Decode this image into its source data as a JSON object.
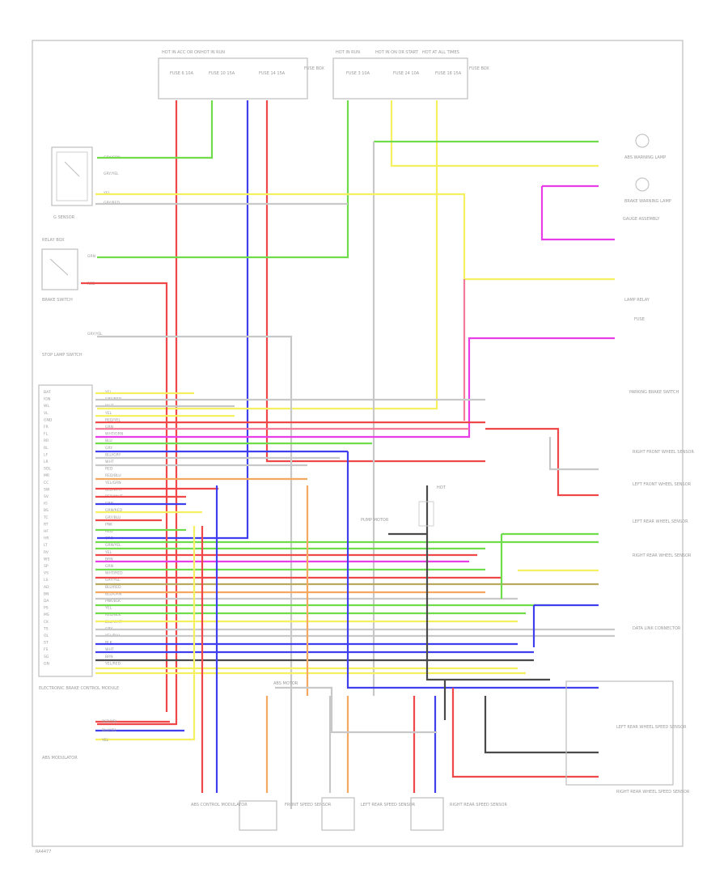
{
  "colors": {
    "red": "#f04848",
    "green": "#6fdc4a",
    "yellow": "#f4f060",
    "blue": "#3f3ff0",
    "magenta": "#e83ee8",
    "orange": "#f4a860",
    "pink": "#f47a9c",
    "black": "#4a4a4a",
    "gray": "#c8c8c8",
    "olive": "#b8a860"
  },
  "footer_code": "RA4477",
  "fuse_box_left": {
    "headers": [
      "HOT IN ACC OR ON",
      "HOT IN RUN",
      "",
      ""
    ],
    "fuses": [
      "FUSE 6 10A",
      "FUSE 10 15A",
      "FUSE 14 15A"
    ],
    "side_label": "FUSE BOX"
  },
  "fuse_box_right": {
    "headers": [
      "HOT IN RUN",
      "HOT IN ON OR START",
      "HOT AT ALL TIMES"
    ],
    "fuses": [
      "FUSE 3 10A",
      "FUSE 24 10A",
      "FUSE 18 15A"
    ],
    "side_label": "FUSE BOX"
  },
  "left_components": {
    "g_sensor_caption": "G SENSOR",
    "relay_caption": "RELAY BOX",
    "brake_caption": "BRAKE SWITCH",
    "stop_caption": "STOP LAMP SWITCH",
    "ecm_caption": "ELECTRONIC BRAKE CONTROL MODULE"
  },
  "ecm_pins": [
    "BAT",
    "IGN",
    "WL",
    "VL",
    "GND",
    "FR",
    "FL",
    "RR",
    "RL",
    "LF",
    "LR",
    "SOL",
    "MR",
    "CC",
    "SW",
    "SV",
    "IG",
    "BS",
    "TC",
    "RT",
    "HF",
    "HR",
    "LT",
    "RV",
    "WS",
    "SP",
    "VS",
    "LS",
    "AD",
    "BN",
    "DA",
    "PS",
    "MS",
    "CK",
    "TS",
    "OL",
    "ST",
    "FS",
    "SG",
    "GN"
  ],
  "ecm_wire_labels": [
    "YEL",
    "GRY/RED",
    "WHT",
    "YEL",
    "RED/YEL",
    "GRN",
    "WHT/GRN",
    "BLU",
    "GRY",
    "BLU/GRY",
    "WHT",
    "RED",
    "RED/BLU",
    "YEL/GRN",
    "BLU/WHT",
    "RED/WHT",
    "GRN",
    "GRN/RED",
    "GRY/BLU",
    "PNK",
    "RED",
    "ORG",
    "GRN/YEL",
    "YEL",
    "BRN",
    "GRN",
    "WHT/RED",
    "GRY/YEL",
    "BLU/RED",
    "BLU/GRN",
    "PNK/BLK",
    "YEL",
    "RED/BLK",
    "BLU/WHT",
    "GRY",
    "YEL/BLU",
    "BLK",
    "WHT",
    "BRN",
    "YEL/RED"
  ],
  "right_components": {
    "warning_lamp": "ABS WARNING LAMP",
    "brake_lamp": "BRAKE WARNING LAMP",
    "gauge": "GAUGE ASSEMBLY",
    "lamp_relay": "LAMP RELAY",
    "fuse_label": "FUSE",
    "parking_brake": "PARKING BRAKE SWITCH",
    "front_sensor_l": "LEFT FRONT WHEEL SENSOR",
    "front_sensor_r": "RIGHT FRONT WHEEL SENSOR",
    "rear_sensor_l": "LEFT REAR WHEEL SENSOR",
    "rear_sensor_r": "RIGHT REAR WHEEL SENSOR",
    "data_link": "DATA LINK CONNECTOR",
    "left_rear_sensor_box": "LEFT REAR WHEEL SPEED SENSOR",
    "right_rear_sensor_box": "RIGHT REAR WHEEL SPEED SENSOR"
  },
  "middle": {
    "splice_label": "ABS MOTOR",
    "pump": "PUMP MOTOR",
    "hot_label": "HOT"
  },
  "bottom_components": {
    "cluster": "ABS CONTROL MODULATOR",
    "front_sensor_box": "FRONT SPEED SENSOR",
    "left_rear_box": "LEFT REAR SPEED SENSOR",
    "right_rear_box": "RIGHT REAR SPEED SENSOR",
    "sensor_caption": "ABS MODULATOR"
  },
  "tag_labels": {
    "g_pin1": "GRY/GRN",
    "g_pin2": "GRY/YEL",
    "g_pin3": "YEL",
    "g_pin4": "GRY/RED",
    "relay_pin1": "GRN",
    "relay_pin2": "RED",
    "brake_pin": "GRY/YEL",
    "bottom_pin1": "RED/YEL",
    "bottom_pin2": "BLU/YEL",
    "bottom_pin3": "YEL"
  }
}
